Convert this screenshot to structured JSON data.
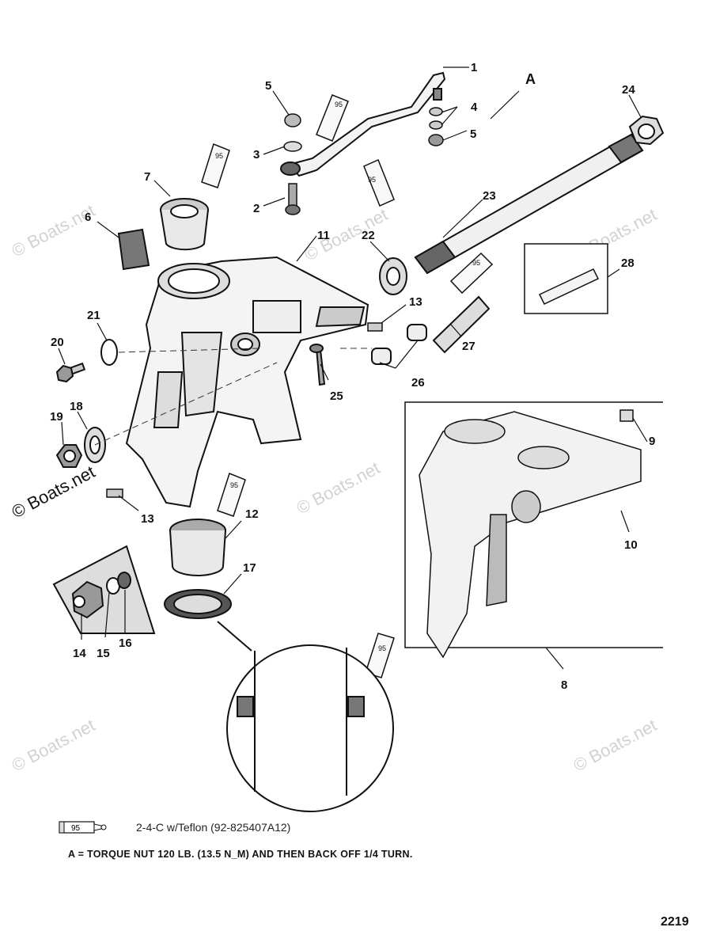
{
  "watermark": "© Boats.net",
  "callouts": [
    "1",
    "2",
    "3",
    "4",
    "5",
    "5",
    "6",
    "7",
    "8",
    "9",
    "10",
    "11",
    "12",
    "13",
    "13",
    "14",
    "15",
    "16",
    "17",
    "18",
    "19",
    "20",
    "21",
    "22",
    "23",
    "24",
    "25",
    "26",
    "27",
    "28"
  ],
  "callout_A": "A",
  "tube_label": "95",
  "legend": {
    "tube_label": "95",
    "text": "2-4-C w/Teflon (92-825407A12)"
  },
  "note": "A = TORQUE NUT 120 LB. (13.5 N_M) AND THEN BACK OFF 1/4 TURN.",
  "page_number": "2219"
}
